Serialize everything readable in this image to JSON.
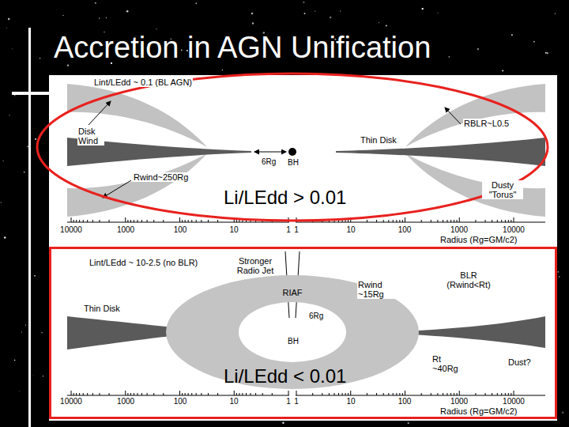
{
  "diagram": {
    "title": "Accretion in AGN Unification",
    "nodes": [
      {
        "text": [
          "Li/LEdd > 0.01"
        ]
      },
      {
        "text": [
          "Li/LEdd < 0.01"
        ]
      },
      {
        "text": [
          "RIAF"
        ],
        "in": 1
      }
    ],
    "labels": [
      "Lint/LEdd ~ 0.1 (BL AGN)",
      "Disk Wind",
      "RBLR~L0.5",
      "Thin Disk",
      "6Rg",
      "BH",
      "Rwind~250Rg",
      "Dusty \"Torus\"",
      "10000",
      "1000",
      "100",
      "10",
      "1",
      "1",
      "10",
      "100",
      "1000",
      "10000",
      "Radius (Rg=GM/c2)",
      "Lint/LEdd ~ 10-2.5 (no BLR)",
      "Stronger Radio Jet",
      "Thin Disk",
      "Rwind ~15Rg",
      "BLR (Rwind<Rt)",
      "6Rg",
      "BH",
      "Rt ~40Rg",
      "Dust?",
      "10000",
      "1000",
      "100",
      "10",
      "1",
      "1",
      "10",
      "100",
      "1000",
      "10000",
      "Radius (Rg=GM/c2)"
    ]
  }
}
